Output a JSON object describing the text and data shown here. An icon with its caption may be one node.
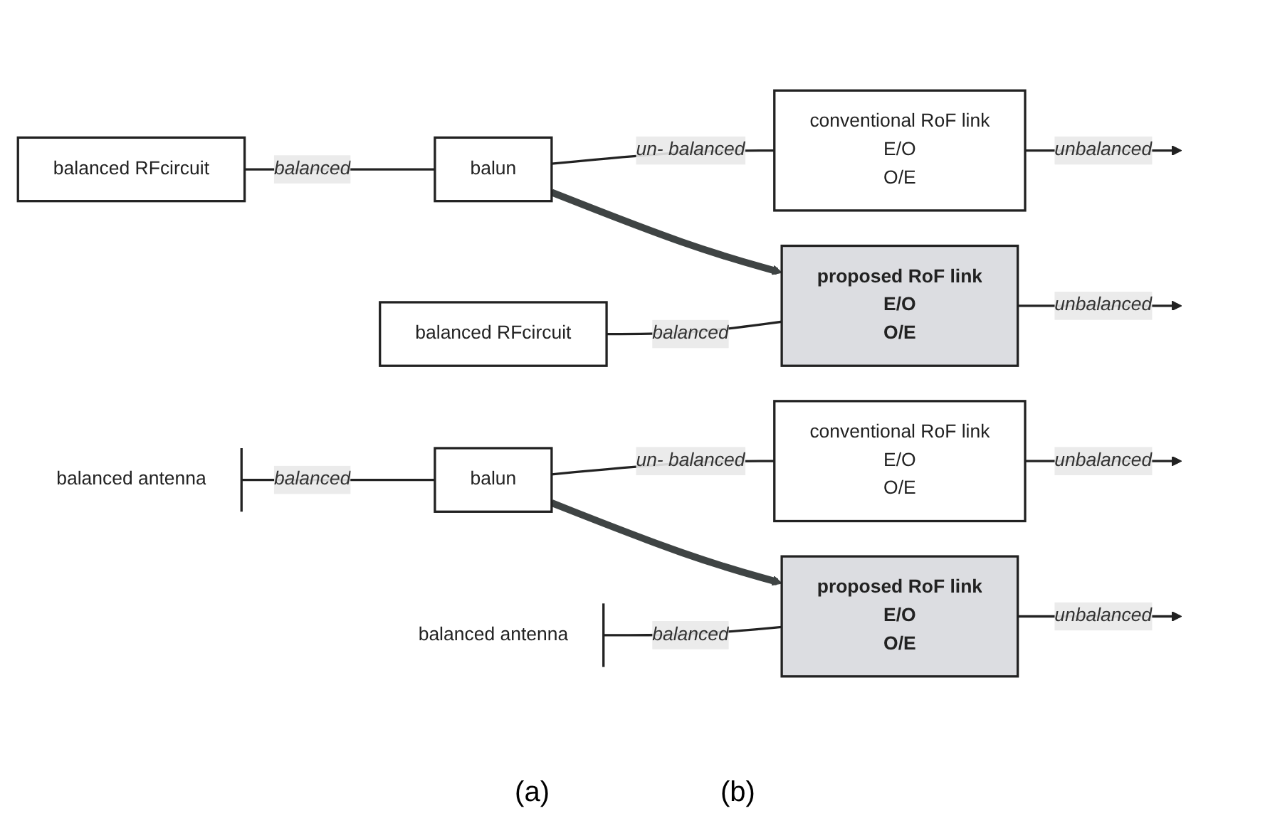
{
  "diagram": {
    "nodes": [
      {
        "text": [
          "balanced RFcircuit"
        ]
      },
      {
        "text": [
          "balun"
        ]
      },
      {
        "text": [
          "conventional RoF link",
          "E/O",
          "O/E"
        ]
      },
      {
        "text": [
          "balanced RFcircuit"
        ]
      },
      {
        "text": [
          "proposed RoF link",
          "E/O",
          "O/E"
        ]
      },
      {
        "text": [
          "balanced antenna"
        ]
      },
      {
        "text": [
          "balun"
        ]
      },
      {
        "text": [
          "conventional RoF link",
          "E/O",
          "O/E"
        ]
      },
      {
        "text": [
          "balanced antenna"
        ]
      },
      {
        "text": [
          "proposed RoF link",
          "E/O",
          "O/E"
        ]
      }
    ],
    "edges": [
      {
        "from": 0,
        "to": 1,
        "arrow": "none",
        "label": "balanced"
      },
      {
        "from": 1,
        "to": 2,
        "arrow": "none",
        "label": "un- balanced"
      },
      {
        "from": 2,
        "to": null,
        "arrow": "to",
        "label": "unbalanced"
      },
      {
        "from": 1,
        "to": 4,
        "arrow": "to",
        "style": "thick",
        "color": "#3f4444"
      },
      {
        "from": 3,
        "to": 4,
        "arrow": "none",
        "label": "balanced"
      },
      {
        "from": 4,
        "to": null,
        "arrow": "to",
        "label": "unbalanced"
      },
      {
        "from": 5,
        "to": 6,
        "arrow": "none",
        "label": "balanced"
      },
      {
        "from": 6,
        "to": 7,
        "arrow": "none",
        "label": "un- balanced"
      },
      {
        "from": 7,
        "to": null,
        "arrow": "to",
        "label": "unbalanced"
      },
      {
        "from": 6,
        "to": 9,
        "arrow": "to",
        "style": "thick",
        "color": "#3f4444"
      },
      {
        "from": 8,
        "to": 9,
        "arrow": "none",
        "label": "balanced"
      },
      {
        "from": 9,
        "to": null,
        "arrow": "to",
        "label": "unbalanced"
      }
    ],
    "labels": [
      "(a)",
      "(b)"
    ]
  }
}
